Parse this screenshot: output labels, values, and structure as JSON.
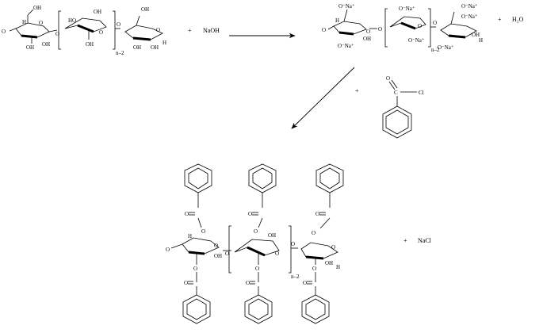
{
  "reaction": {
    "operators": {
      "plus": "+",
      "n_minus_2": "n–2"
    },
    "reagents": {
      "naoh": "NaOH",
      "water": "H₂O",
      "nacl": "NaCl",
      "chloride": "Cl",
      "carbonyl_o": "O",
      "carbonyl_c": "C"
    },
    "atoms": {
      "oh": "OH",
      "ho": "HO",
      "h": "H",
      "o": "O",
      "alkoxide": "O⁻Na⁺",
      "chain_end": "O"
    }
  }
}
